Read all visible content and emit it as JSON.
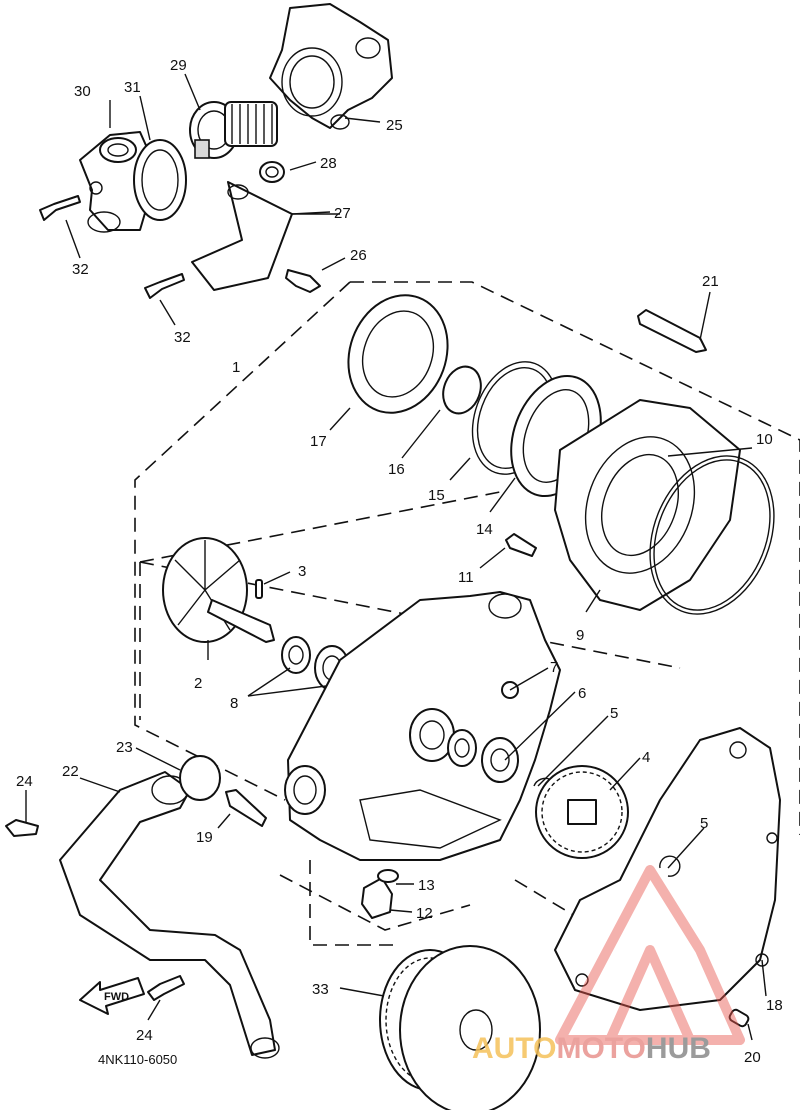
{
  "diagram": {
    "part_code": "4NK110-6050",
    "fwd_label": "FWD",
    "watermark": {
      "part1": "AUTO",
      "part2": "MOTO",
      "part3": "HUB",
      "logo_color": "#e8574f"
    },
    "callouts": [
      {
        "id": "1",
        "text": "1"
      },
      {
        "id": "2",
        "text": "2"
      },
      {
        "id": "3",
        "text": "3"
      },
      {
        "id": "4",
        "text": "4"
      },
      {
        "id": "5a",
        "text": "5"
      },
      {
        "id": "5b",
        "text": "5"
      },
      {
        "id": "6",
        "text": "6"
      },
      {
        "id": "7",
        "text": "7"
      },
      {
        "id": "8",
        "text": "8"
      },
      {
        "id": "9",
        "text": "9"
      },
      {
        "id": "10",
        "text": "10"
      },
      {
        "id": "11",
        "text": "11"
      },
      {
        "id": "12",
        "text": "12"
      },
      {
        "id": "13",
        "text": "13"
      },
      {
        "id": "14",
        "text": "14"
      },
      {
        "id": "15",
        "text": "15"
      },
      {
        "id": "16",
        "text": "16"
      },
      {
        "id": "17",
        "text": "17"
      },
      {
        "id": "18",
        "text": "18"
      },
      {
        "id": "19",
        "text": "19"
      },
      {
        "id": "20",
        "text": "20"
      },
      {
        "id": "21",
        "text": "21"
      },
      {
        "id": "22",
        "text": "22"
      },
      {
        "id": "23",
        "text": "23"
      },
      {
        "id": "24a",
        "text": "24"
      },
      {
        "id": "24b",
        "text": "24"
      },
      {
        "id": "25",
        "text": "25"
      },
      {
        "id": "26",
        "text": "26"
      },
      {
        "id": "27",
        "text": "27"
      },
      {
        "id": "28",
        "text": "28"
      },
      {
        "id": "29",
        "text": "29"
      },
      {
        "id": "30",
        "text": "30"
      },
      {
        "id": "31",
        "text": "31"
      },
      {
        "id": "32a",
        "text": "32"
      },
      {
        "id": "32b",
        "text": "32"
      },
      {
        "id": "33",
        "text": "33"
      }
    ]
  }
}
